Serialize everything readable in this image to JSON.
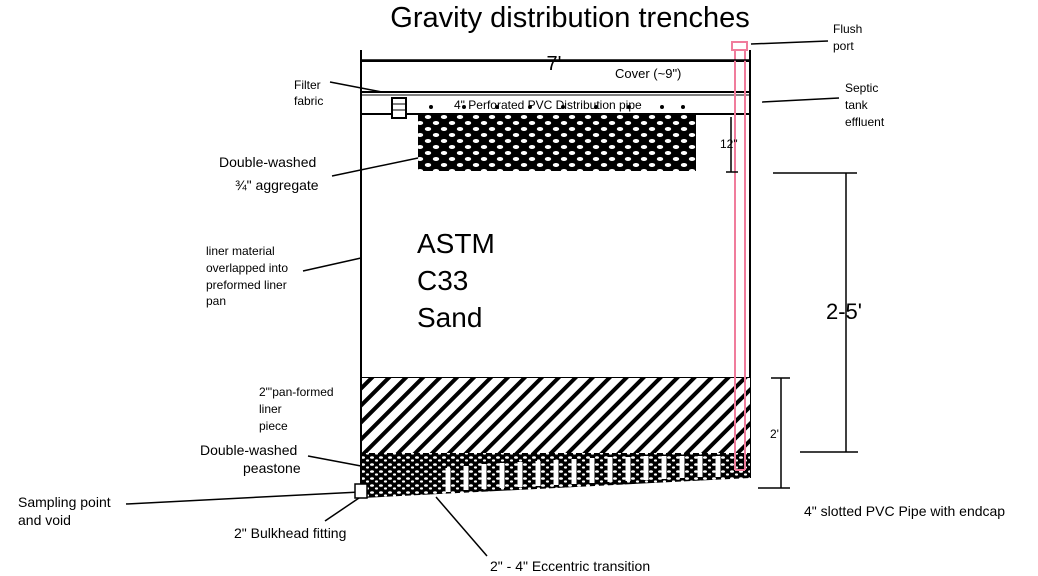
{
  "title": "Gravity distribution trenches",
  "dimensions": {
    "width_label": "7'",
    "cover_label": "Cover (~9\")",
    "aggregate_depth_label": "12\"",
    "sand_depth_label": "2-5'",
    "liner_depth_label": "2'"
  },
  "labels": {
    "flush_port": [
      "Flush",
      "port"
    ],
    "filter_fabric": [
      "Filter",
      "fabric"
    ],
    "distribution_pipe": "4\" Perforated PVC Distribution pipe",
    "septic_effluent": [
      "Septic",
      "tank",
      "effluent"
    ],
    "aggregate": [
      "Double-washed",
      "¾\" aggregate"
    ],
    "liner_material": [
      "liner material",
      "overlapped into",
      "preformed liner",
      "pan"
    ],
    "sand": [
      "ASTM",
      "C33",
      "Sand"
    ],
    "pan_formed": [
      "2\"'pan-formed",
      "liner",
      "piece"
    ],
    "peastone": [
      "Double-washed",
      "peastone"
    ],
    "sampling_point": [
      "Sampling point",
      "and void"
    ],
    "bulkhead": "2\" Bulkhead fitting",
    "eccentric": "2\" - 4\" Eccentric transition",
    "slotted_pipe": "4\" slotted PVC Pipe with endcap"
  },
  "colors": {
    "flush_port": "#f07c9c",
    "line": "#000000"
  }
}
